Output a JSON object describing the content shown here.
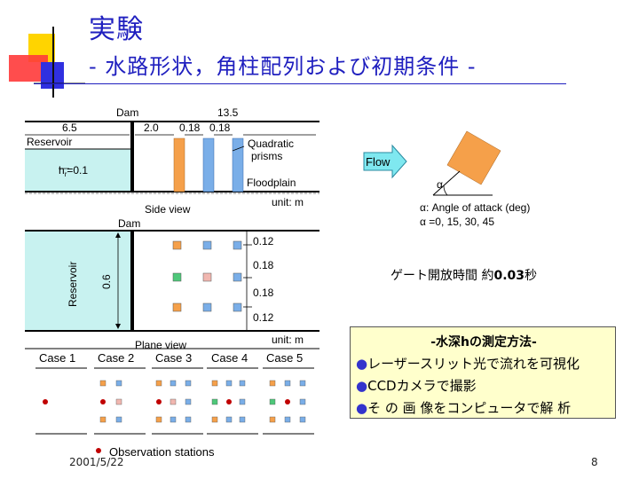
{
  "slide": {
    "title_line1": "実験",
    "title_line2": "- 水路形状，角柱配列および初期条件 -",
    "footer_date": "2001/5/22",
    "page_number": "8",
    "colors": {
      "title": "#1f1fbf",
      "water": "#c8f2f0",
      "orange_prism": "#f5a04a",
      "blue_prism": "#7aaee8",
      "green_prism": "#4ec87a",
      "pink_prism": "#f1b7b0",
      "station": "#c00000"
    }
  },
  "side_view": {
    "dam_label": "Dam",
    "dims": [
      "6.5",
      "2.0",
      "0.18",
      "0.18",
      "13.5"
    ],
    "reservoir_label": "Reservoir",
    "hr_label": "h",
    "hr_sub": "r",
    "hr_value": "=0.1",
    "prisms_label_1": "Quadratic",
    "prisms_label_2": "prisms",
    "floodplain_label": "Floodplain",
    "unit": "unit: m",
    "caption": "Side view"
  },
  "plane_view": {
    "dam_label": "Dam",
    "reservoir_label": "Reservoir",
    "width_label": "0.6",
    "spacings": [
      "0.12",
      "0.18",
      "0.18",
      "0.12"
    ],
    "caption": "Plane view",
    "unit": "unit: m"
  },
  "cases": {
    "labels": [
      "Case 1",
      "Case 2",
      "Case 3",
      "Case 4",
      "Case 5"
    ],
    "legend": "Observation stations"
  },
  "flow_inset": {
    "flow_label": "Flow",
    "alpha": "α",
    "angle_line": "α:  Angle of attack (deg)",
    "values_line": "α  =0, 15, 30, 45"
  },
  "gate": {
    "prefix": "ゲート開放時間 約",
    "value": "0.03",
    "suffix": "秒"
  },
  "method": {
    "title": "-水深hの測定方法-",
    "items": [
      "レーザースリット光で流れを可視化",
      "CCDカメラで撮影",
      "そ の 画 像をコンピュータで解 析"
    ]
  }
}
